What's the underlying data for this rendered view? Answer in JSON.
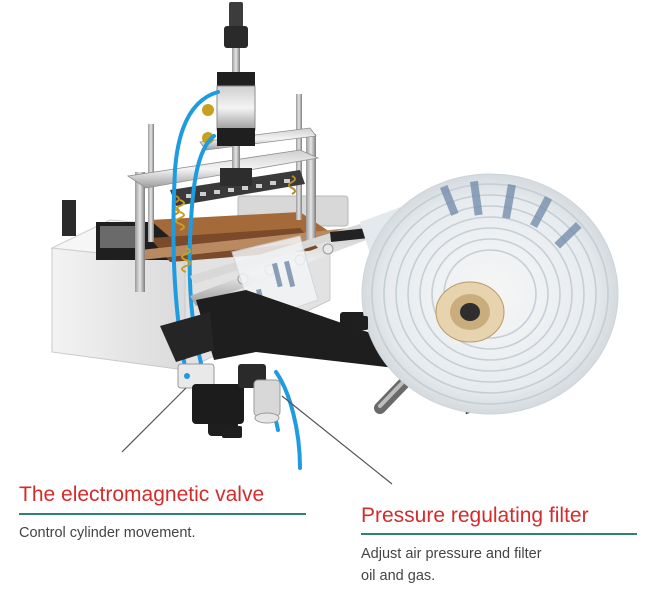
{
  "colors": {
    "title": "#d52b2b",
    "rule": "#2f7f7a",
    "body_text": "#444444",
    "tube": "#1f9be0",
    "machine_white": "#ededed",
    "bracket_dark": "#1e1e1e",
    "film_stripe": "#6f8aa9"
  },
  "callouts": {
    "valve": {
      "title": "The electromagnetic valve",
      "description": "Control cylinder movement."
    },
    "filter": {
      "title": "Pressure regulating filter",
      "description_line1": "Adjust air pressure and filter",
      "description_line2": "oil and gas."
    }
  }
}
